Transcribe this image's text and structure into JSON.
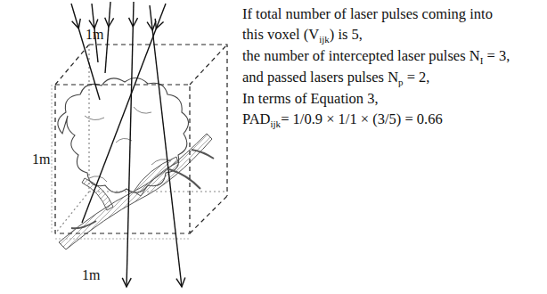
{
  "diagram": {
    "labels": [
      "1m",
      "1m",
      "1m",
      "If total number of laser pulses coming into",
      "this voxel (V",
      "ijk",
      ") is 5,",
      "the number of intercepted laser pulses N",
      "I",
      " = 3,",
      "and passed lasers pulses N",
      "p",
      " = 2,",
      "In terms of Equation 3,",
      "PAD",
      "ijk",
      "= 1/0.9 × 1/1 × (3/5) = 0.66"
    ]
  }
}
